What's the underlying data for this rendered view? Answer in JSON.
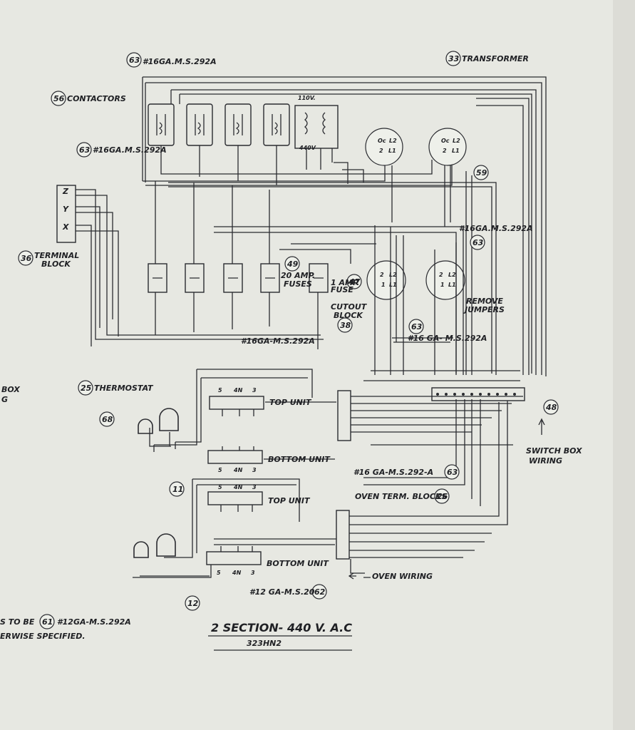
{
  "labels": {
    "gauge_top": "#16GA.M.S.292A",
    "gauge_left": "#16GA.M.S.292A",
    "gauge_right": "#16GA.M.S.292A",
    "gauge_fuse": "#16GA-M.S.292A",
    "gauge_mid": "#16 GA- M.S.292A",
    "gauge_oven": "#16 GA-M.S.292-A",
    "gauge_bottom": "#12 GA-M.S.20",
    "contactors": "CONTACTORS",
    "transformer": "TRANSFORMER",
    "terminal_block_1": "TERMINAL",
    "terminal_block_2": "BLOCK",
    "fuses_1": "20 AMP.",
    "fuses_2": "FUSES",
    "one_amp_1": "1 AMP.",
    "one_amp_2": "FUSE",
    "cutout_1": "CUTOUT",
    "cutout_2": "BLOCK",
    "remove_1": "REMOVE",
    "remove_2": "JUMPERS",
    "thermostat": "THERMOSTAT",
    "top_unit_1": "TOP UNIT",
    "bottom_unit_1": "BOTTOM UNIT",
    "top_unit_2": "TOP UNIT",
    "bottom_unit_2": "BOTTOM UNIT",
    "switch_box_1": "SWITCH BOX",
    "switch_box_2": "WIRING",
    "oven_term": "OVEN TERM. BLOCKS",
    "oven_wiring": "OVEN WIRING",
    "edge_box": "BOX",
    "edge_g": "G",
    "note_1": "S TO BE",
    "note_1b": "#12GA-M.S.292A",
    "note_2": "ERWISE SPECIFIED.",
    "v110": "110V.",
    "v440": "440V",
    "unit_terms": [
      "5",
      "4N",
      "3"
    ],
    "xyz": [
      "Z",
      "Y",
      "X"
    ]
  },
  "callouts": {
    "c63_top": "63",
    "c56": "56",
    "c33": "33",
    "c63_left": "63",
    "c59": "59",
    "c36": "36",
    "c63_right": "63",
    "c49": "49",
    "c47": "47",
    "c38": "38",
    "c63_mid": "63",
    "c25": "25",
    "c68": "68",
    "c48": "48",
    "c63_oven": "63",
    "c11": "11",
    "c26": "26",
    "c62": "62",
    "c12": "12",
    "c61": "61"
  },
  "title": {
    "line1": "2 SECTION- 440 V. A.C",
    "line2": "323HN2"
  }
}
